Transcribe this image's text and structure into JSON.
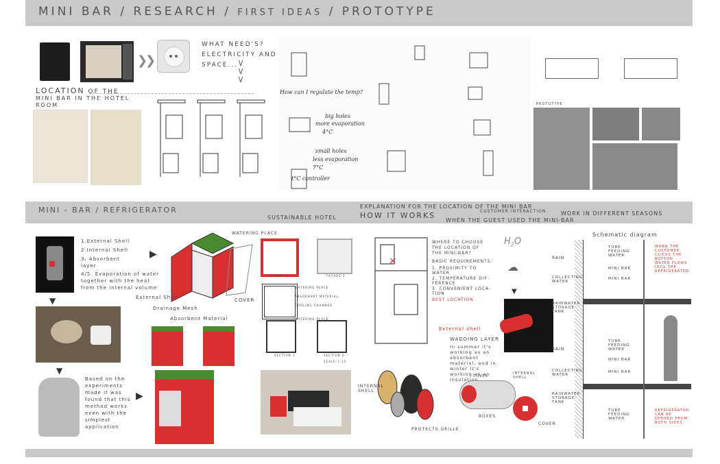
{
  "header": {
    "title_a": "MINI BAR / RESEARCH / ",
    "title_b": "first ideas",
    "title_c": " / PROTOTYPE"
  },
  "research": {
    "what_need": "WHAT NEED'S?",
    "electricity": "ELECTRICITY AND",
    "space": "SPACE...",
    "location_a": "LOCATION",
    "location_b": " OF THE",
    "location_c": "MINI BAR IN THE HOTEL",
    "location_d": "ROOM",
    "prototype_label": "PROTOTYPE",
    "sketch_notes": [
      "How can I regulate the temp?",
      "big holes",
      "more evaporation",
      "4°C",
      "small holes",
      "less evaporation",
      "7°C",
      "t°C controller"
    ]
  },
  "section2": {
    "title": "MINI - BAR / REFRIGERATOR",
    "sustainable": "SUSTAINABLE HOTEL",
    "explanation": "EXPLANATION FOR THE LOCATION OF THE MINI BAR",
    "how_it_works": "HOW IT WORKS",
    "customer": "CUSTOMER INTERACTION",
    "work_seasons": "WORK IN DIFFERENT SEASONS",
    "guest_used": "WHEN THE GUEST USED THE MINI-BAR"
  },
  "layers": {
    "items": [
      "1.External Shell",
      "2.Internal Shell",
      "3. Absorbent layer",
      "4/5. Evaporation of water together with the heat from the internal volume"
    ]
  },
  "based": "Based on the experiments made it was found that this method works even with the simplest application",
  "exploded": {
    "watering_place": "WATERING PLACE",
    "external_shell": "External Shell",
    "drainage_mesh": "Drainage Mesh",
    "absorbent_material": "Absorbent Material",
    "cover": "COVER"
  },
  "section_plan": {
    "facade1": "FACADE 1",
    "facade2": "FACADE 2",
    "watering": "WATERING PLACE",
    "absorbent": "ABSORBENT MATERIAL",
    "cooling": "COOLING CHAMBER",
    "watering2": "WATERING PLACE",
    "section": "SECTION 1",
    "section2": "SECTION 2",
    "scale": "SCALE 1:10"
  },
  "location": {
    "lines": [
      "WHERE TO CHOOSE",
      "THE LOCATION OF",
      "THE MINI-BAR?",
      "",
      "BASIC REQUIREMENTS:",
      "",
      "1. PROXIMITY TO",
      "WATER",
      "2. TEMPERATURE DIF-",
      "FERENCE",
      "3. CONVENIENT LOCA-",
      "TION"
    ],
    "best": "BEST LOCATION"
  },
  "wadding": {
    "external_shell": "External shell",
    "title": "WADDING LAYER",
    "text": "In summer it's working as an absorbent material, and in winter it's working as an insulation.",
    "internal_shell": "INTERNAL SHELL",
    "protects": "PROTECTS GRILLE",
    "boxes": "BOXES",
    "cover": "COVER",
    "cover_small": "COVER",
    "internal_shell2": "INTERNAL SHELL"
  },
  "schematic": {
    "title": "Schematic diagram",
    "rain": "RAIN",
    "tube_feeding": "TUBE FEEDING WATER",
    "mini_bar": "MINI BAR",
    "collecting": "COLLECTING WATER",
    "rainwater": "RAINWATER STORAGE TANK",
    "red_note": "WHEN THE CUSTOMER-CLICKS THE BUTTON WATER FLOWS INTO THE REFRIGERATOR",
    "red_note2": "REFRIGERATOR CAN BE OPENED FROM BOTH SIDES"
  }
}
